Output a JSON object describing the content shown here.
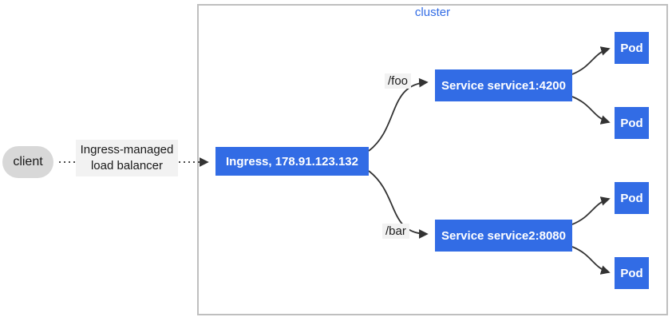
{
  "diagram": {
    "cluster_label": "cluster",
    "client_label": "client",
    "lb_label_line1": "Ingress-managed",
    "lb_label_line2": "load balancer",
    "ingress_label": "Ingress, 178.91.123.132",
    "routes": [
      {
        "path": "/foo",
        "service": "Service service1:4200",
        "pods": [
          "Pod",
          "Pod"
        ]
      },
      {
        "path": "/bar",
        "service": "Service service2:8080",
        "pods": [
          "Pod",
          "Pod"
        ]
      }
    ],
    "colors": {
      "node_fill": "#326ce5",
      "node_text": "#ffffff",
      "cluster_border": "#bfbfbf",
      "cluster_label": "#326ce5",
      "label_bg": "#f2f2f2",
      "client_fill": "#d8d8d8",
      "edge": "#333333",
      "text_dark": "#1a1a1a"
    }
  }
}
